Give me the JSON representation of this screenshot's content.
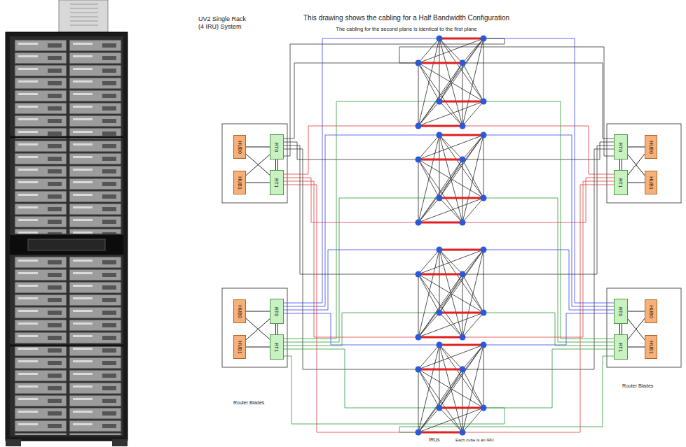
{
  "diagram": {
    "title": "This drawing shows the cabling for a Half Bandwidth Configuration",
    "nodes": [
      {
        "text": [
          "HUB0"
        ]
      },
      {
        "text": [
          "HUB1"
        ]
      },
      {
        "text": [
          "RT0"
        ]
      },
      {
        "text": [
          "RT1"
        ]
      },
      {
        "text": [
          "RT0"
        ]
      },
      {
        "text": [
          "RT1"
        ]
      },
      {
        "text": [
          "HUB0"
        ]
      },
      {
        "text": [
          "HUB1"
        ]
      },
      {
        "text": [
          "HUB0"
        ]
      },
      {
        "text": [
          "HUB1"
        ]
      },
      {
        "text": [
          "RT0"
        ]
      },
      {
        "text": [
          "RT1"
        ]
      },
      {
        "text": [
          "RT0"
        ]
      },
      {
        "text": [
          "RT1"
        ]
      },
      {
        "text": [
          "HUB0"
        ]
      },
      {
        "text": [
          "HUB1"
        ]
      }
    ],
    "edges": [
      {
        "from": 0,
        "to": 2,
        "arrow": "none"
      },
      {
        "from": 1,
        "to": 3,
        "arrow": "none"
      },
      {
        "from": 0,
        "to": 3,
        "arrow": "none"
      },
      {
        "from": 1,
        "to": 2,
        "arrow": "none"
      },
      {
        "from": 2,
        "to": 3,
        "arrow": "none"
      },
      {
        "from": 6,
        "to": 4,
        "arrow": "none"
      },
      {
        "from": 7,
        "to": 5,
        "arrow": "none"
      },
      {
        "from": 6,
        "to": 5,
        "arrow": "none"
      },
      {
        "from": 7,
        "to": 4,
        "arrow": "none"
      },
      {
        "from": 4,
        "to": 5,
        "arrow": "none"
      },
      {
        "from": 8,
        "to": 10,
        "arrow": "none"
      },
      {
        "from": 9,
        "to": 11,
        "arrow": "none"
      },
      {
        "from": 8,
        "to": 11,
        "arrow": "none"
      },
      {
        "from": 9,
        "to": 10,
        "arrow": "none"
      },
      {
        "from": 10,
        "to": 11,
        "arrow": "none"
      },
      {
        "from": 14,
        "to": 12,
        "arrow": "none"
      },
      {
        "from": 15,
        "to": 13,
        "arrow": "none"
      },
      {
        "from": 14,
        "to": 13,
        "arrow": "none"
      },
      {
        "from": 15,
        "to": 12,
        "arrow": "none"
      },
      {
        "from": 12,
        "to": 13,
        "arrow": "none"
      }
    ],
    "labels": [
      "The cabling for the second plane is identical to the first plane",
      "UV2 Single Rack (4 IRU) System",
      "Router Blades",
      "Router Blades",
      "IRUs",
      "Each cube is an IRU"
    ]
  }
}
